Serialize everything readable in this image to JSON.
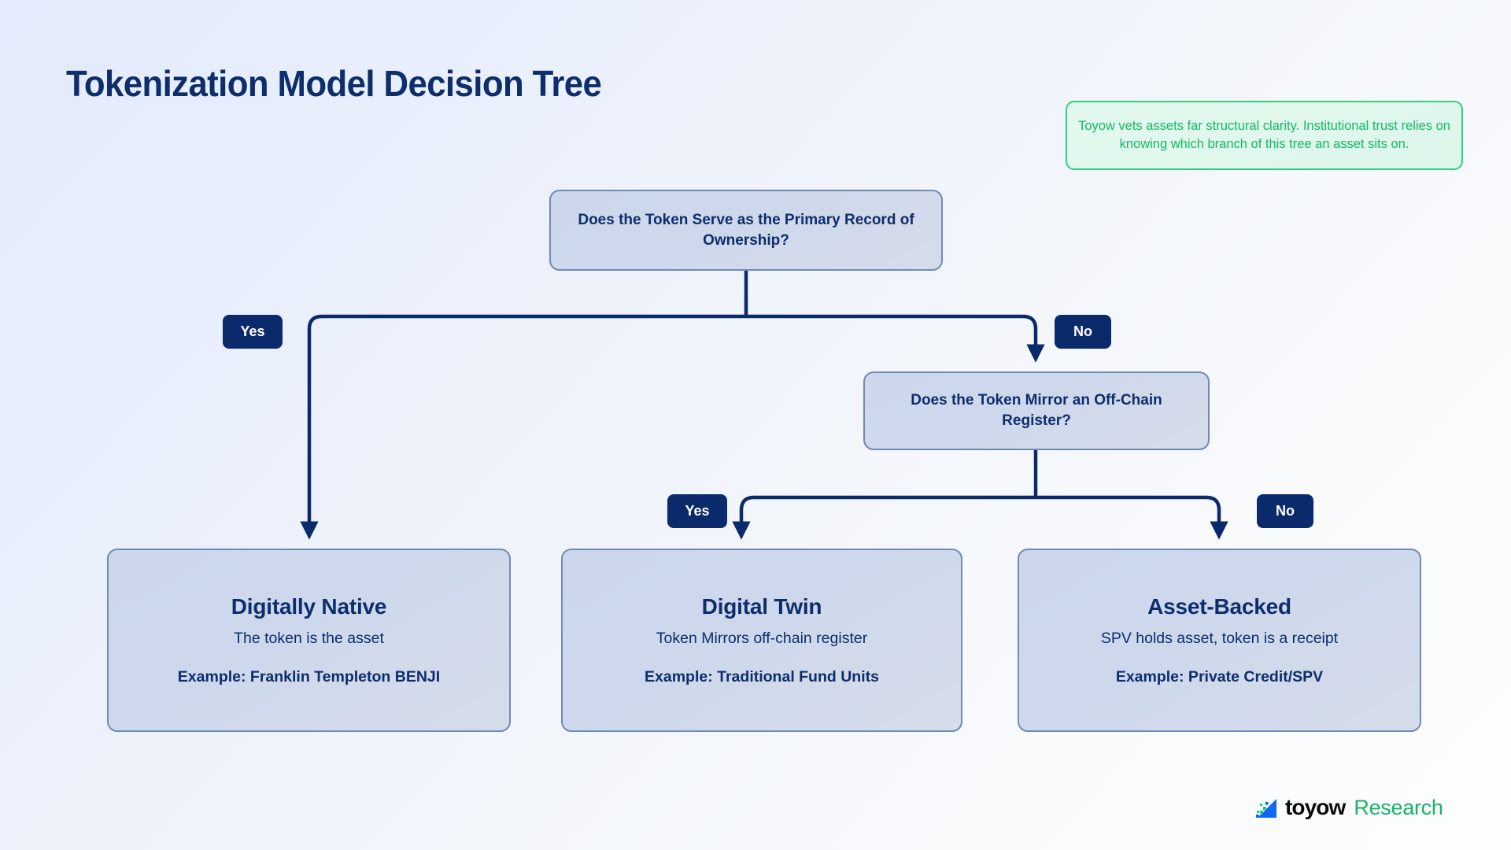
{
  "page": {
    "title": "Tokenization Model Decision Tree",
    "accent_navy": "#0d2d6b",
    "accent_green": "#15b865",
    "node_fill": "#ccd7ec",
    "node_border": "#7289b8",
    "pill_fill": "#0b2a6b"
  },
  "callout": {
    "text": "Toyow vets assets far structural clarity. Institutional trust relies on knowing which branch of this tree an asset sits on."
  },
  "tree": {
    "decisions": [
      {
        "id": "root",
        "text": "Does the Token Serve as the Primary Record of Ownership?"
      },
      {
        "id": "mirror",
        "text": "Does the Token Mirror an Off-Chain Register?"
      }
    ],
    "edges": [
      {
        "id": "yes-1",
        "label": "Yes",
        "from": "root",
        "to": "native"
      },
      {
        "id": "no-1",
        "label": "No",
        "from": "root",
        "to": "mirror"
      },
      {
        "id": "yes-2",
        "label": "Yes",
        "from": "mirror",
        "to": "twin"
      },
      {
        "id": "no-2",
        "label": "No",
        "from": "mirror",
        "to": "backed"
      }
    ],
    "outcomes": [
      {
        "id": "native",
        "title": "Digitally Native",
        "description": "The token is the asset",
        "example": "Example: Franklin Templeton BENJI"
      },
      {
        "id": "twin",
        "title": "Digital Twin",
        "description": "Token Mirrors off-chain register",
        "example": "Example: Traditional Fund Units"
      },
      {
        "id": "backed",
        "title": "Asset-Backed",
        "description": "SPV holds asset, token is a receipt",
        "example": "Example: Private Credit/SPV"
      }
    ]
  },
  "logo": {
    "word": "toyow",
    "suffix": "Research"
  }
}
